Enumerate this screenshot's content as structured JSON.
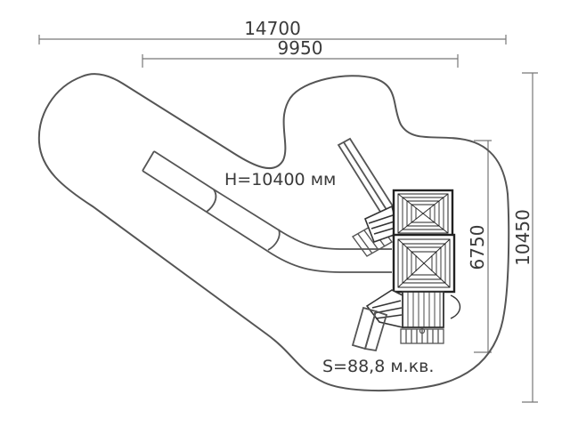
{
  "dimensions": {
    "total_width": "14700",
    "inner_width": "9950",
    "total_height": "10450",
    "inner_height": "6750"
  },
  "annotations": {
    "height": "H=10400 мм",
    "area": "S=88,8 м.кв."
  },
  "colors": {
    "line": "#555555",
    "dim": "#777777",
    "text": "#3a3a3a",
    "roof": "#222222"
  }
}
